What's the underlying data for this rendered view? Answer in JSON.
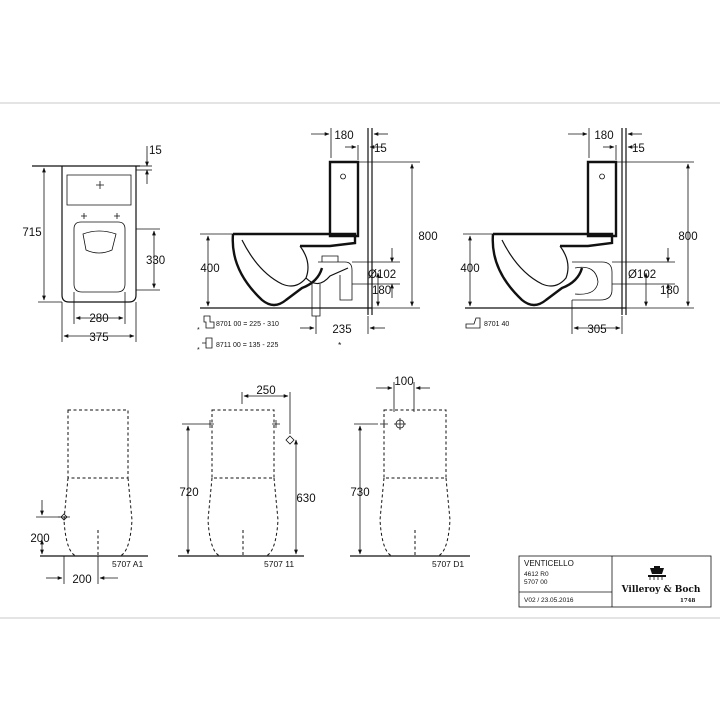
{
  "dims": {
    "top_15": "15",
    "top_715": "715",
    "top_330": "330",
    "top_280": "280",
    "top_375": "375",
    "s1_180": "180",
    "s1_15": "15",
    "s1_800": "800",
    "s1_400": "400",
    "s1_d102": "Ø102",
    "s1_180b": "180",
    "s1_235": "235",
    "s1_star": "*",
    "s2_180": "180",
    "s2_15": "15",
    "s2_800": "800",
    "s2_400": "400",
    "s2_d102": "Ø102",
    "s2_180b": "180",
    "s2_305": "305",
    "b1_200v": "200",
    "b1_200h": "200",
    "b2_250": "250",
    "b2_720": "720",
    "b2_630": "630",
    "b3_100": "100",
    "b3_730": "730"
  },
  "parts": {
    "p1_star": "*",
    "p1": "8701 00 = 225 - 310",
    "p2_star": "*",
    "p2": "8711 00 = 135 - 225",
    "p3": "8701 40",
    "cistern_a": "5707 A1",
    "cistern_b": "5707 11",
    "cistern_c": "5707 D1"
  },
  "titleblock": {
    "product": "VENTICELLO",
    "code1": "4612 R0",
    "code2": "5707 00",
    "version": "V02 / 23.05.2016",
    "logo_text": "Villeroy & Boch",
    "logo_year": "1748"
  }
}
